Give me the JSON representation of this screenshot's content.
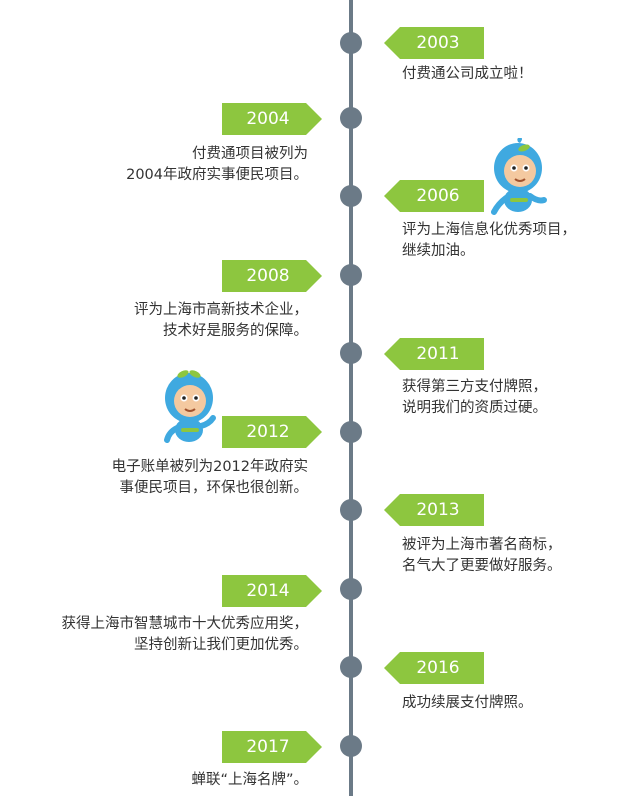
{
  "events": [
    {
      "year": "2003",
      "lines": [
        "付费通公司成立啦！"
      ]
    },
    {
      "year": "2004",
      "lines": [
        "付费通项目被列为",
        "2004年政府实事便民项目。"
      ]
    },
    {
      "year": "2006",
      "lines": [
        "评为上海信息化优秀项目，",
        "继续加油。"
      ]
    },
    {
      "year": "2008",
      "lines": [
        "评为上海市高新技术企业，",
        "技术好是服务的保障。"
      ]
    },
    {
      "year": "2011",
      "lines": [
        "获得第三方支付牌照，",
        "说明我们的资质过硬。"
      ]
    },
    {
      "year": "2012",
      "lines": [
        "电子账单被列为2012年政府实",
        "事便民项目，环保也很创新。"
      ]
    },
    {
      "year": "2013",
      "lines": [
        "被评为上海市著名商标，",
        "名气大了更要做好服务。"
      ]
    },
    {
      "year": "2014",
      "lines": [
        "获得上海市智慧城市十大优秀应用奖，",
        "坚持创新让我们更加优秀。"
      ]
    },
    {
      "year": "2016",
      "lines": [
        "成功续展支付牌照。"
      ]
    },
    {
      "year": "2017",
      "lines": [
        "蝉联“上海名牌”。"
      ]
    }
  ],
  "colors": {
    "axis": "#6b7a87",
    "tag": "#8dc63f",
    "text": "#333333",
    "mascot": "#3fa9e0"
  }
}
